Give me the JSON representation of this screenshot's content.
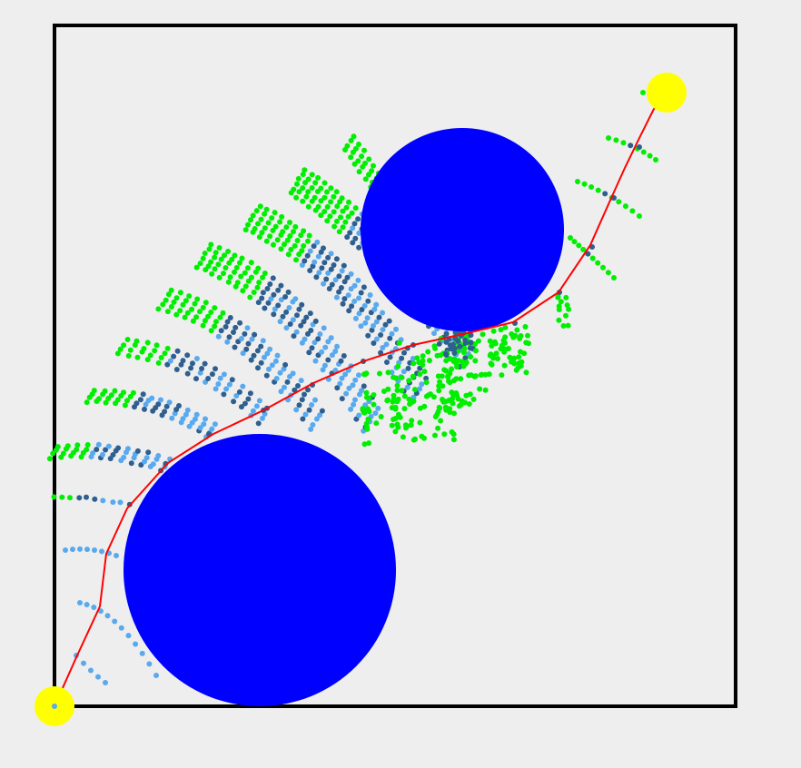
{
  "scene": {
    "background": "#eeeeef",
    "frame_color": "#000000",
    "colors": {
      "obstacle": "#0000ff",
      "terminal": "#ffff00",
      "path": "#ff0000",
      "sample_valid": "#00ee00",
      "sample_dark": "#2e5f8f",
      "sample_light": "#59a9ee"
    },
    "obstacles": [
      {
        "name": "obstacle-circle-upper-right",
        "shape": "circle"
      },
      {
        "name": "obstacle-circle-lower-left",
        "shape": "circle"
      }
    ],
    "terminals": [
      {
        "name": "start-point",
        "shape": "circle"
      },
      {
        "name": "goal-point",
        "shape": "circle"
      }
    ],
    "trajectory": {
      "name": "planned-path",
      "shape": "polyline"
    }
  }
}
